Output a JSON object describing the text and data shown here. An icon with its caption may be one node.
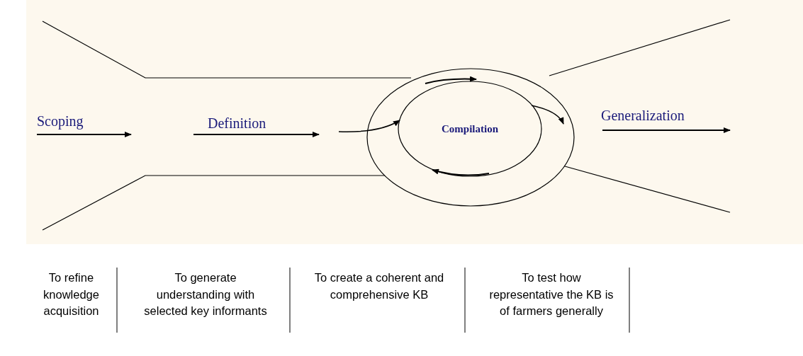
{
  "diagram": {
    "nodes": [
      {
        "text": [],
        "shape": "circle"
      },
      {
        "text": [
          "Compilation"
        ],
        "in": 0
      }
    ],
    "edges": [
      {
        "from": null,
        "to": 1,
        "arrow": "to"
      },
      {
        "from": 1,
        "to": null,
        "arrow": "to"
      }
    ],
    "labels": [
      "Scoping",
      "Definition",
      "Generalization",
      "To refine knowledge acquisition",
      "To generate understanding with selected  key informants",
      "To create a coherent and comprehensive KB",
      "To test how representative the KB is of farmers generally"
    ]
  }
}
